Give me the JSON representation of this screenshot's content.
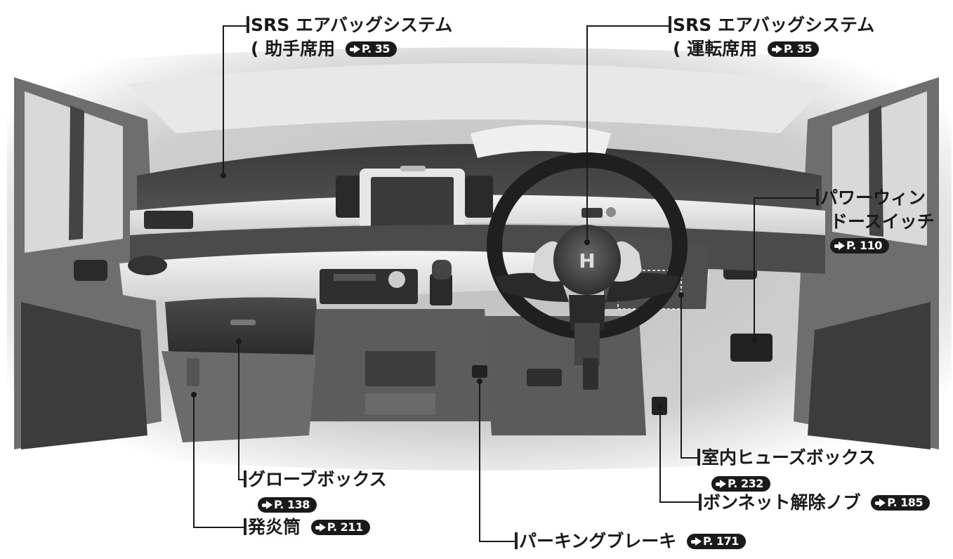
{
  "labels": {
    "passenger_airbag": {
      "line1": "SRS エアバッグシステム",
      "line2": "( 助手席用",
      "ref": "P. 35"
    },
    "driver_airbag": {
      "line1": "SRS エアバッグシステム",
      "line2": "( 運転席用",
      "ref": "P. 35"
    },
    "power_window": {
      "line1": "パワーウィン",
      "line2": "ドースイッチ",
      "ref": "P. 110"
    },
    "fuse_box": {
      "line1": "室内ヒューズボックス",
      "ref": "P. 232"
    },
    "hood_release": {
      "line1": "ボンネット解除ノブ",
      "ref": "P. 185"
    },
    "glove_box": {
      "line1": "グローブボックス",
      "ref": "P. 138"
    },
    "flare": {
      "line1": "発炎筒",
      "ref": "P. 211"
    },
    "parking_brake": {
      "line1": "パーキングブレーキ",
      "ref": "P. 171"
    }
  },
  "car_logo": "H"
}
